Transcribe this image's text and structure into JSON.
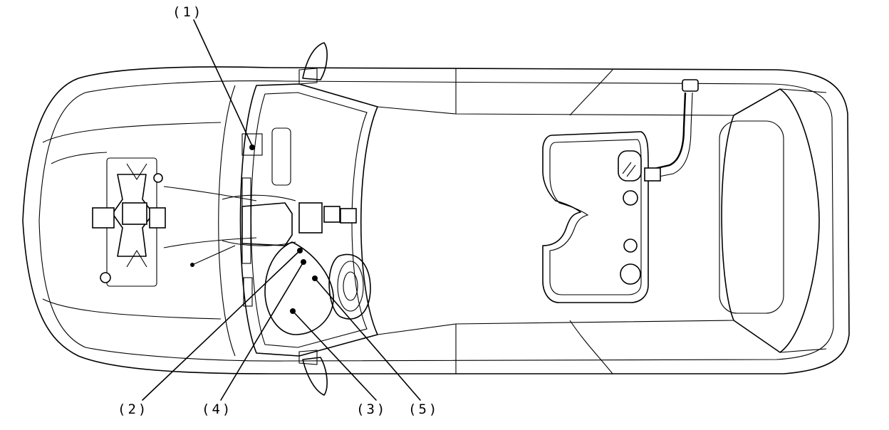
{
  "callouts": [
    {
      "id": "1",
      "label": "(1)"
    },
    {
      "id": "2",
      "label": "(2)"
    },
    {
      "id": "4",
      "label": "(4)"
    },
    {
      "id": "3",
      "label": "(3)"
    },
    {
      "id": "5",
      "label": "(5)"
    }
  ],
  "icons": {
    "vehicle": "car-top-view-icon",
    "fuel_tank": "fuel-tank-icon",
    "engine": "engine-icon"
  }
}
